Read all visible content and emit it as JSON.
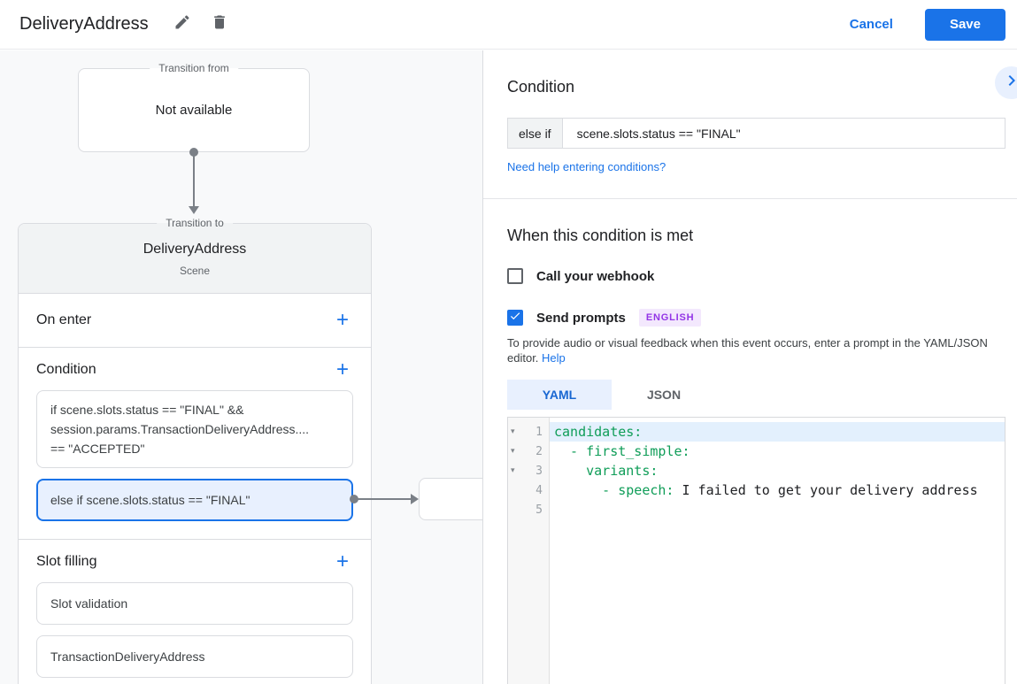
{
  "header": {
    "title": "DeliveryAddress",
    "cancel_label": "Cancel",
    "save_label": "Save"
  },
  "icons": {
    "plus": "+",
    "fold_arrow": "▾"
  },
  "colors": {
    "accent": "#1a73e8",
    "selected_bg": "#e8f0fe",
    "yaml_key_green": "#0f9d58",
    "badge_purple": "#9334e6",
    "canvas_bg": "#f8f9fa"
  },
  "canvas": {
    "transition_from": {
      "label": "Transition from",
      "content": "Not available"
    },
    "scene": {
      "label": "Transition to",
      "title": "DeliveryAddress",
      "subtitle": "Scene",
      "on_enter": {
        "label": "On enter"
      },
      "condition": {
        "label": "Condition",
        "first": {
          "lines": [
            "if scene.slots.status == \"FINAL\" &&",
            "session.params.TransactionDeliveryAddress....",
            "== \"ACCEPTED\""
          ]
        },
        "selected": {
          "text": "else if scene.slots.status == \"FINAL\""
        }
      },
      "slot_filling": {
        "label": "Slot filling",
        "items": [
          "Slot validation",
          "TransactionDeliveryAddress"
        ]
      }
    }
  },
  "panel": {
    "title": "Condition",
    "condition_input": {
      "prefix": "else if",
      "value": "scene.slots.status == \"FINAL\""
    },
    "help_link": "Need help entering conditions?",
    "met_title": "When this condition is met",
    "webhook": {
      "label": "Call your webhook",
      "checked": false
    },
    "prompts": {
      "label": "Send prompts",
      "checked": true,
      "badge": "ENGLISH"
    },
    "hint_text": "To provide audio or visual feedback when this event occurs, enter a prompt in the YAML/JSON editor.",
    "hint_link": "Help",
    "tabs": [
      {
        "label": "YAML",
        "active": true
      },
      {
        "label": "JSON",
        "active": false
      }
    ],
    "editor": {
      "lines": [
        {
          "num": "1",
          "fold": true,
          "active": true,
          "segments": [
            {
              "text": "candidates:",
              "type": "key"
            }
          ]
        },
        {
          "num": "2",
          "fold": true,
          "segments": [
            {
              "text": "  - first_simple:",
              "type": "key"
            }
          ]
        },
        {
          "num": "3",
          "fold": true,
          "segments": [
            {
              "text": "    variants:",
              "type": "key"
            }
          ]
        },
        {
          "num": "4",
          "fold": false,
          "segments": [
            {
              "text": "      - speech:",
              "type": "key"
            },
            {
              "text": " I failed to get your delivery address",
              "type": "plain"
            }
          ]
        },
        {
          "num": "5",
          "fold": false,
          "segments": []
        }
      ]
    }
  }
}
